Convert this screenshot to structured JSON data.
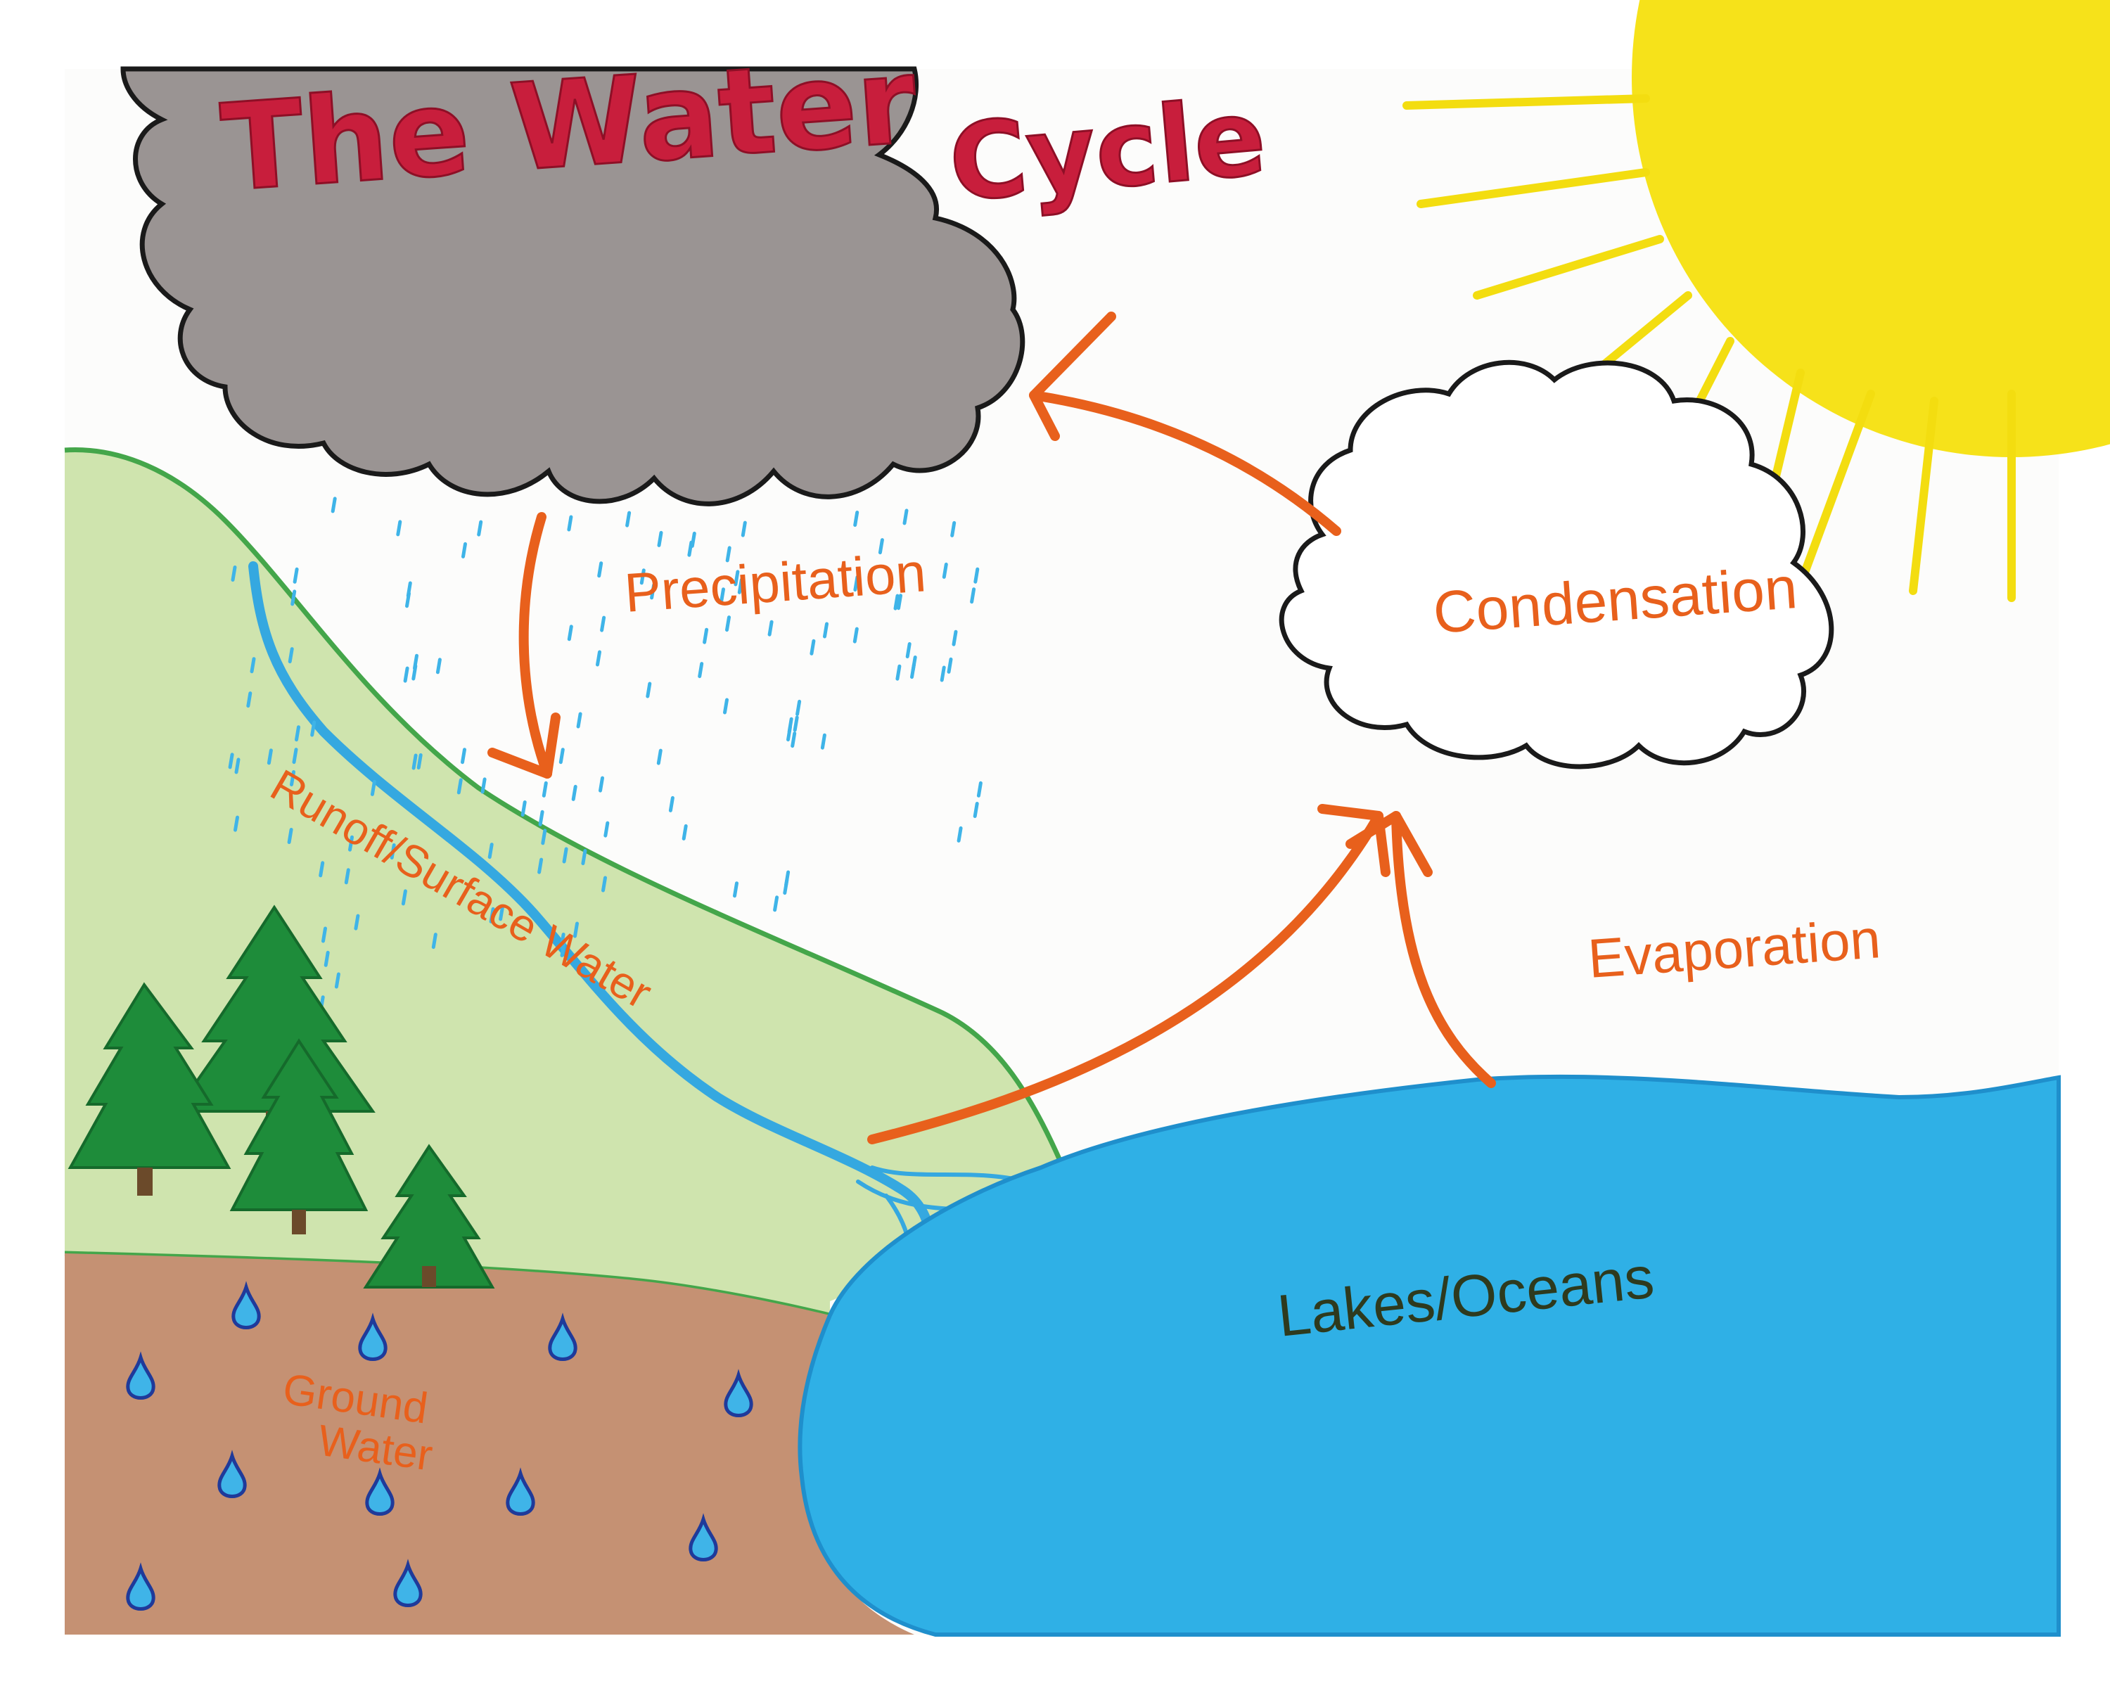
{
  "title_part_1": "The Water",
  "title_part_2": "Cycle",
  "labels": {
    "precipitation": "Precipitation",
    "condensation": "Condensation",
    "evaporation": "Evaporation",
    "runoff": "Runoff/Surface Water",
    "lakes_oceans": "Lakes/Oceans",
    "ground_water_line1": "Ground",
    "ground_water_line2": "Water"
  },
  "colors": {
    "title": "#c81e3c",
    "label_orange": "#e8601c",
    "label_dark": "#2e3a1e",
    "arrow": "#e8601c",
    "hill": "#c9e0a6",
    "hill_edge": "#44a64a",
    "river": "#35a8e0",
    "soil": "#c08a6a",
    "lake": "#2fb0e6",
    "sun": "#f6e21a",
    "rain_cloud": "#9a9493",
    "tree": "#1e8c3a",
    "drop": "#3fb4e8"
  },
  "icons": [
    "sun-icon",
    "rain-cloud-icon",
    "condensation-cloud-icon",
    "pine-tree-icon",
    "water-drop-icon",
    "arrow-icon"
  ]
}
